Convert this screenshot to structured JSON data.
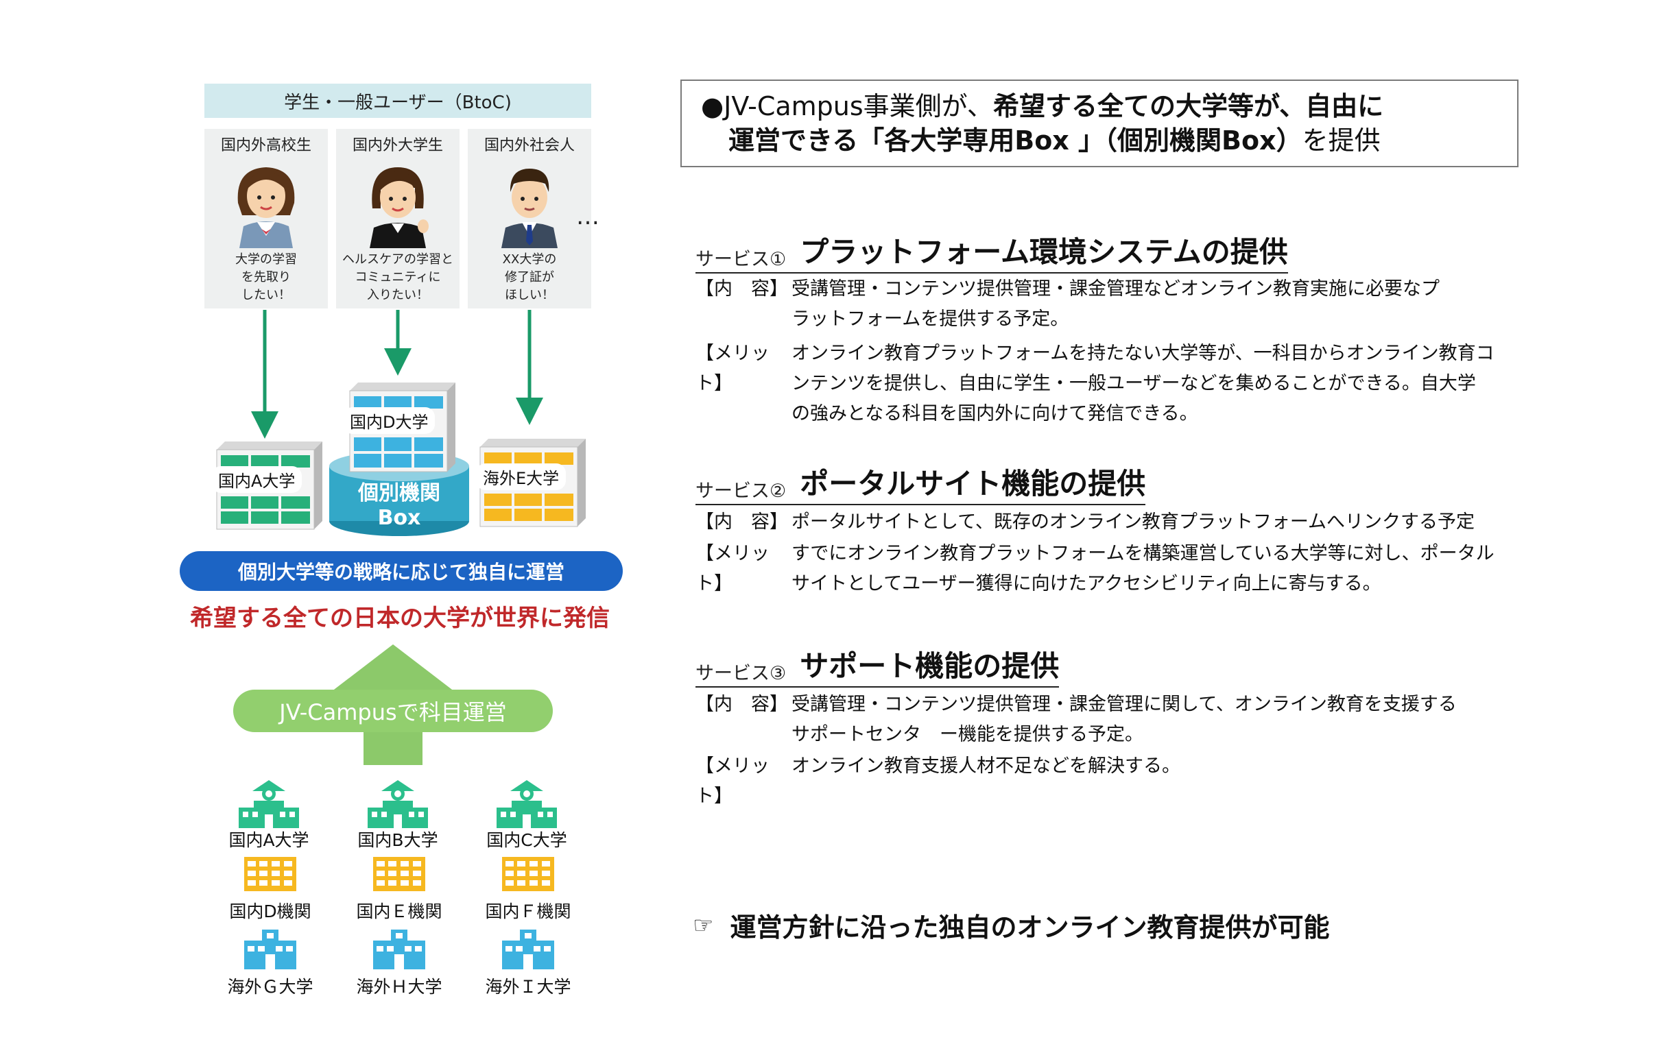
{
  "left": {
    "users_title": "学生・一般ユーザー（BtoC)",
    "users": [
      {
        "label": "国内外高校生",
        "text": [
          "大学の学習",
          "を先取り",
          "したい！"
        ]
      },
      {
        "label": "国内外大学生",
        "text": [
          "ヘルスケアの学習と",
          "コミュニティに",
          "入りたい！"
        ]
      },
      {
        "label": "国内外社会人",
        "text": [
          "XX大学の",
          "修了証が",
          "ほしい！"
        ]
      }
    ],
    "ellipsis": "…",
    "boxes": {
      "a": "国内A大学",
      "d": "国内D大学",
      "e": "海外E大学"
    },
    "cylinder": [
      "個別機関",
      "Box"
    ],
    "blue_pill": "個別大学等の戦略に応じて独自に運営",
    "red_headline": "希望する全ての日本の大学が世界に発信",
    "green_pill": "JV-Campusで科目運営",
    "institutions": [
      [
        "国内A大学",
        "国内B大学",
        "国内C大学"
      ],
      [
        "国内D機関",
        "国内Ｅ機関",
        "国内Ｆ機関"
      ],
      [
        "海外Ｇ大学",
        "海外Ｈ大学",
        "海外Ｉ大学"
      ]
    ],
    "colors": {
      "green": "#27b07a",
      "yellow": "#f6b820",
      "blue": "#3db2e0",
      "cyan": "#33a8c8",
      "red": "#c0282a"
    }
  },
  "right": {
    "headline_1a": "●JV-Campus事業側が、",
    "headline_1b": "希望する全ての大学等が、自由に",
    "headline_2a": "運営できる「各大学専用Box 」（個別機関Box）",
    "headline_2b": "を提供",
    "services": [
      {
        "num": "サービス①",
        "title": "プラットフォーム環境システムの提供",
        "content_tag": "【内　容】",
        "content": [
          "受講管理・コンテンツ提供管理・課金管理などオンライン教育実施に必要なプ",
          "ラットフォームを提供する予定。"
        ],
        "merit_tag": "【メリット】",
        "merit": [
          "オンライン教育プラットフォームを持たない大学等が、一科目からオンライン教育コ",
          "ンテンツを提供し、自由に学生・一般ユーザーなどを集めることができる。自大学",
          "の強みとなる科目を国内外に向けて発信できる。"
        ]
      },
      {
        "num": "サービス②",
        "title": "ポータルサイト機能の提供",
        "content_tag": "【内　容】",
        "content": [
          "ポータルサイトとして、既存のオンライン教育プラットフォームへリンクする予定"
        ],
        "merit_tag": "【メリット】",
        "merit": [
          "すでにオンライン教育プラットフォームを構築運営している大学等に対し、ポータル",
          "サイトとしてユーザー獲得に向けたアクセシビリティ向上に寄与する。"
        ]
      },
      {
        "num": "サービス③",
        "title": "サポート機能の提供",
        "content_tag": "【内　容】",
        "content": [
          "受講管理・コンテンツ提供管理・課金管理に関して、オンライン教育を支援する",
          "サポートセンタ　ー機能を提供する予定。"
        ],
        "merit_tag": "【メリット】",
        "merit": [
          "オンライン教育支援人材不足などを解決する。"
        ]
      }
    ],
    "conclusion_icon": "☞",
    "conclusion": "運営方針に沿った独自のオンライン教育提供が可能"
  }
}
